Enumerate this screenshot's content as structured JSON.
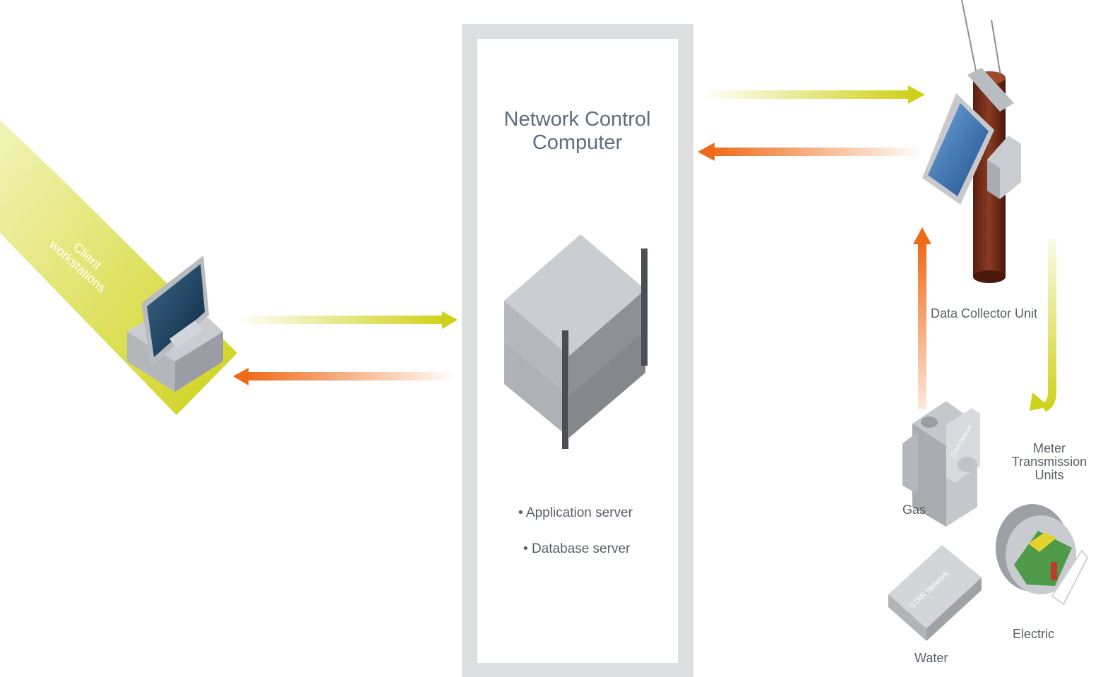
{
  "network_control_computer": {
    "title_line1": "Network Control",
    "title_line2": "Computer",
    "bullets": [
      "Application server",
      "Database server"
    ]
  },
  "client": {
    "line1": "Client",
    "line2": "workstations"
  },
  "data_collector": {
    "label": "Data Collector Unit"
  },
  "mtu": {
    "line1": "Meter",
    "line2": "Transmission",
    "line3": "Units",
    "gas": "Gas",
    "water": "Water",
    "electric": "Electric",
    "star_network": "STAR Network"
  },
  "colors": {
    "forward_arrow": "#cfd21a",
    "return_arrow": "#ef6b1a",
    "client_band": "#d6d93a",
    "frame": "#dcdee0",
    "text": "#5a5f66"
  }
}
